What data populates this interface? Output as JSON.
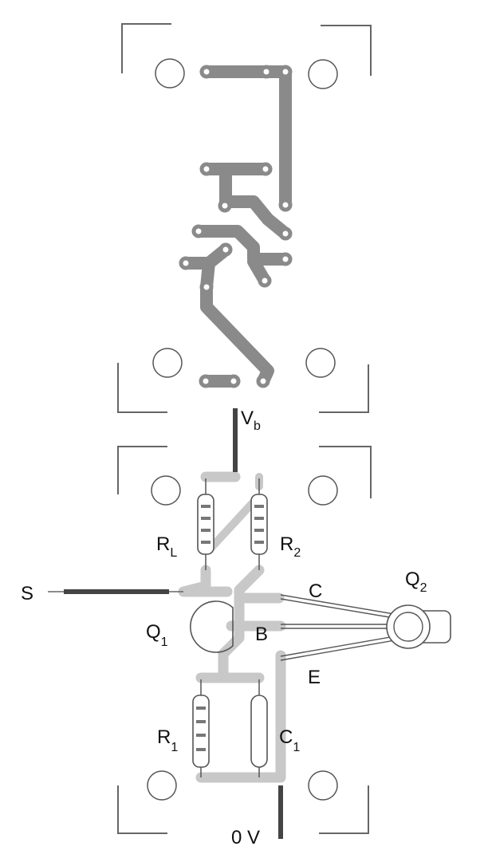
{
  "title": "PCB copper layout and component placement",
  "labels": {
    "vb": "V",
    "vb_sub": "b",
    "rl": "R",
    "rl_sub": "L",
    "r2": "R",
    "r2_sub": "2",
    "s": "S",
    "q1": "Q",
    "q1_sub": "1",
    "q2": "Q",
    "q2_sub": "2",
    "c": "C",
    "b": "B",
    "e": "E",
    "r1": "R",
    "r1_sub": "1",
    "c1": "C",
    "c1_sub": "1",
    "zero_v": "0 V"
  },
  "colors": {
    "copper": "#8a8a8a",
    "silk_trace": "#c8c8c8",
    "outline": "#555555"
  }
}
